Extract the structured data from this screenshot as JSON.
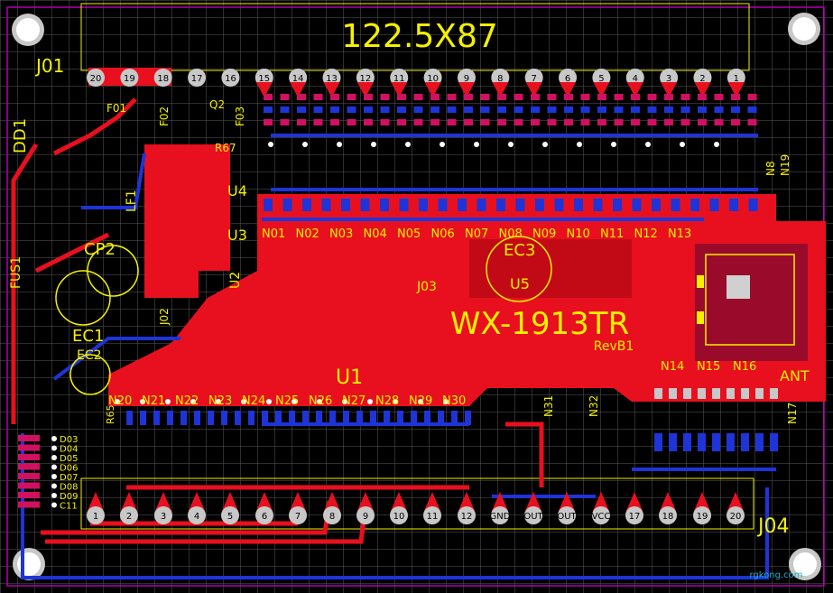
{
  "board": {
    "dimension_label": "122.5X87",
    "model_label": "WX-1913TR",
    "revision_label": "RevB1",
    "watermark": "rgkong.com"
  },
  "top_header": {
    "ref": "J01",
    "pins": [
      "20",
      "19",
      "18",
      "17",
      "16",
      "15",
      "14",
      "13",
      "12",
      "11",
      "10",
      "9",
      "8",
      "7",
      "6",
      "5",
      "4",
      "3",
      "2",
      "1"
    ]
  },
  "bottom_header": {
    "ref": "J04",
    "pins": [
      "1",
      "2",
      "3",
      "4",
      "5",
      "6",
      "7",
      "8",
      "9",
      "10",
      "11",
      "12",
      "GND",
      "OUT",
      "OUT",
      "VCC",
      "17",
      "18",
      "19",
      "20"
    ]
  },
  "labels": {
    "top_row_nets": [
      "N01",
      "N02",
      "N03",
      "N04",
      "N05",
      "N06",
      "N07",
      "N08",
      "N09",
      "N10",
      "N11",
      "N12",
      "N13"
    ],
    "mid_row_nets": [
      "N20",
      "N21",
      "N22",
      "N23",
      "N24",
      "N25",
      "N26",
      "N27",
      "N28",
      "N29",
      "N30"
    ],
    "right_nets": [
      "N14",
      "N15",
      "N16"
    ],
    "components": {
      "dd1": "DD1",
      "fus1": "FUS1",
      "ec1": "EC1",
      "ec2": "EC2",
      "ec3": "EC3",
      "cp2": "CP2",
      "u1": "U1",
      "u2": "U2",
      "u3": "U3",
      "u4": "U4",
      "u5": "U5",
      "j02": "J02",
      "j03": "J03",
      "lf1": "LF1",
      "f01": "F01",
      "f02": "F02",
      "f03": "F03",
      "q2": "Q2",
      "r67": "R67",
      "ant": "ANT",
      "r65": "R65",
      "n8": "N8",
      "n19": "N19",
      "n17": "N17",
      "n31": "N31",
      "n32": "N32"
    },
    "j05_pins": [
      "D03",
      "D04",
      "D05",
      "D06",
      "D07",
      "D08",
      "D09",
      "C11"
    ]
  },
  "colors": {
    "background": "#000000",
    "top_copper": "#e8101e",
    "bottom_copper": "#1e34d8",
    "silkscreen": "#f5f000",
    "grid": "#5a5a5a",
    "pad": "#c8c8c8",
    "outline": "#b000b0"
  }
}
